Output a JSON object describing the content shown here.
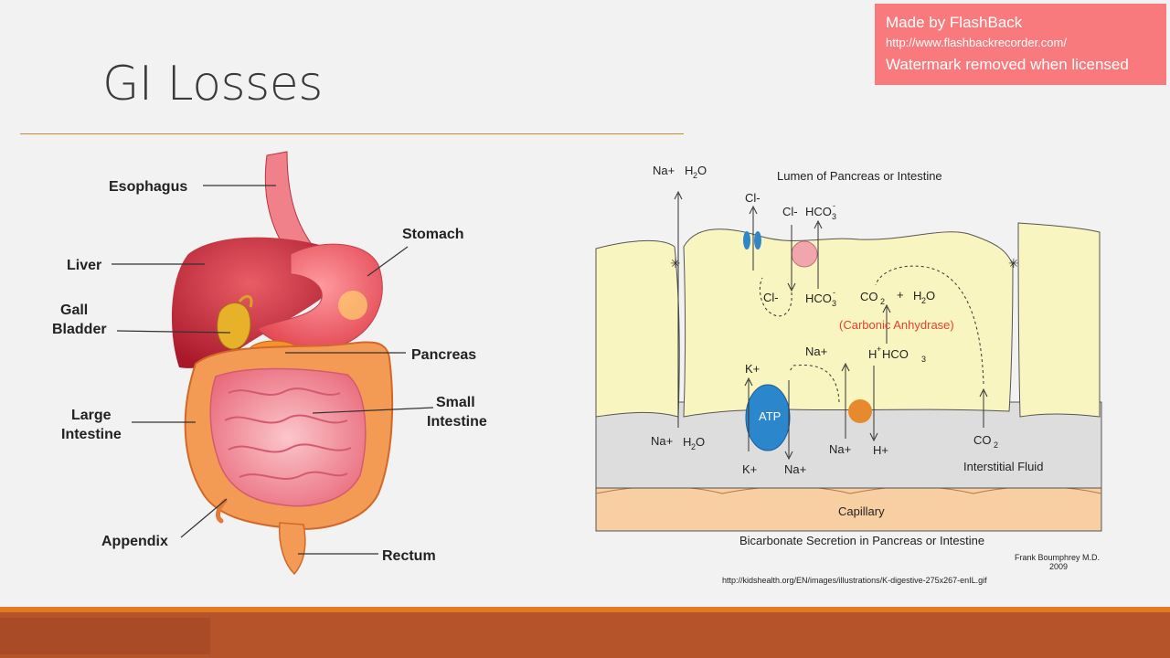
{
  "slide": {
    "title": "GI Losses"
  },
  "watermark": {
    "line1": "Made by FlashBack",
    "line2": "http://www.flashbackrecorder.com/",
    "line3": "Watermark removed when licensed"
  },
  "anatomy": {
    "esophagus": "Esophagus",
    "stomach": "Stomach",
    "liver": "Liver",
    "gall": "Gall",
    "bladder": "Bladder",
    "pancreas": "Pancreas",
    "large": "Large",
    "intestine": "Intestine",
    "small": "Small",
    "small_intestine": "Intestine",
    "appendix": "Appendix",
    "rectum": "Rectum"
  },
  "cell": {
    "lumen": "Lumen of Pancreas or Intestine",
    "interstitial": "Interstitial Fluid",
    "capillary": "Capillary",
    "caption": "Bicarbonate Secretion in Pancreas or Intestine",
    "author": "Frank Boumphrey M.D.",
    "year": "2009",
    "enzyme": "(Carbonic Anhydrase)",
    "atp": "ATP",
    "na_plus": "Na+",
    "k_plus": "K+",
    "h_plus": "H+",
    "cl_minus": "Cl-",
    "hco": "HCO",
    "co": "CO",
    "h": "H",
    "o": "O",
    "sub2": "2",
    "sub3": "3",
    "minus": "-",
    "plus": "+",
    "h_plus_sup": "+",
    "hco3_label": " HCO",
    "colors": {
      "cell": "#f8f5c0",
      "interstitial": "#dddddd",
      "capillary": "#f8cfa3",
      "atp": "#2c86cc",
      "pump": "#e78a2e",
      "channel": "#2f86c8",
      "exchanger": "#f1a6ad"
    }
  },
  "source_url": "http://kidshealth.org/EN/images/illustrations/K-digestive-275x267-enIL.gif"
}
